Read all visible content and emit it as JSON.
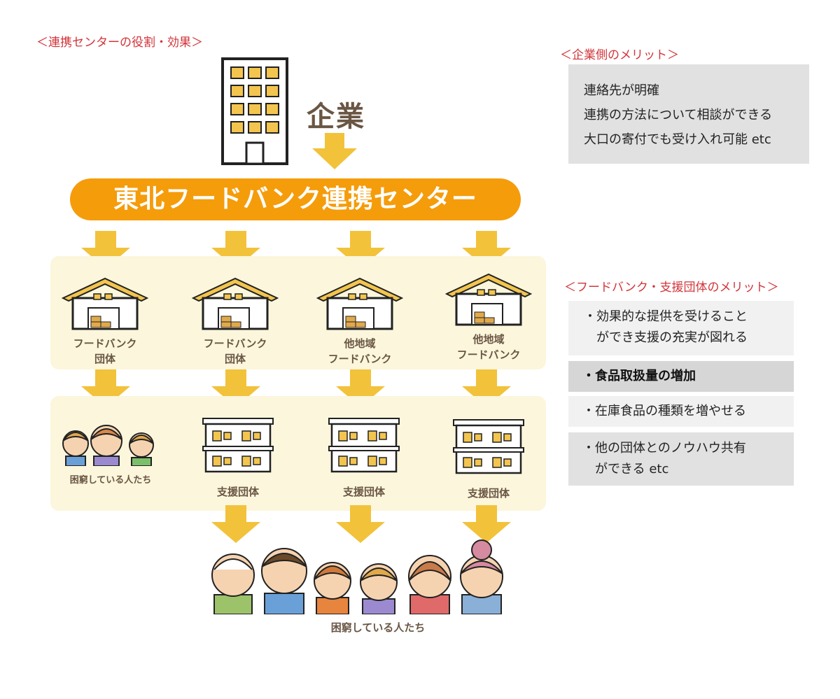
{
  "left_heading": "＜連携センターの役割・効果＞",
  "company_label": "企業",
  "banner": "東北フードバンク連携センター",
  "foodbanks": [
    {
      "line1": "フードバンク",
      "line2": "団体"
    },
    {
      "line1": "フードバンク",
      "line2": "団体"
    },
    {
      "line1": "他地域",
      "line2": "フードバンク"
    },
    {
      "line1": "他地域",
      "line2": "フードバンク"
    }
  ],
  "support_label": "支援団体",
  "people_label_small": "困窮している人たち",
  "people_label_bottom": "困窮している人たち",
  "company_merit": {
    "heading": "＜企業側のメリット＞",
    "items": [
      "連絡先が明確",
      "連携の方法について相談ができる",
      "大口の寄付でも受け入れ可能 etc"
    ]
  },
  "fb_merit": {
    "heading": "＜フードバンク・支援団体のメリット＞",
    "items": [
      {
        "l1": "・効果的な提供を受けること",
        "l2": "　ができ支援の充実が図れる"
      },
      {
        "l1": "・食品取扱量の増加",
        "l2": ""
      },
      {
        "l1": "・在庫食品の種類を増やせる",
        "l2": ""
      },
      {
        "l1": "・他の団体とのノウハウ共有",
        "l2": "　ができる etc"
      }
    ]
  },
  "colors": {
    "heading_red": "#d2343a",
    "orange": "#f59c0b",
    "arrow_yellow": "#f2c23a",
    "band": "#fbf6dc",
    "box_gray": "#e1e1e1",
    "label_brown": "#6a5644"
  }
}
